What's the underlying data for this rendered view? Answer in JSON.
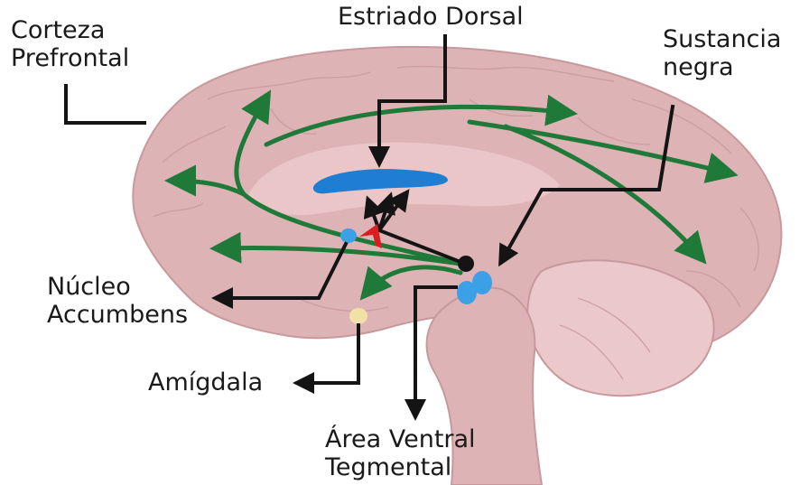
{
  "colors": {
    "brain": "#deb3b5",
    "brain_light": "#ebc8ca",
    "brain_outline": "#c8999c",
    "pathway": "#1f7a3a",
    "leader": "#141414",
    "striatum": "#1f7ed1",
    "nucleus": "#3ca0e6",
    "amygdala": "#f1e1a6",
    "red_arrow": "#d81e1e"
  },
  "labels": {
    "corteza_prefrontal": [
      "Corteza",
      "Prefrontal"
    ],
    "estriado_dorsal": "Estriado Dorsal",
    "sustancia_negra": [
      "Sustancia",
      "negra"
    ],
    "nucleo_accumbens": [
      "Núcleo",
      "Accumbens"
    ],
    "amigdala": "Amígdala",
    "area_ventral_tegmental": [
      "Área Ventral",
      "Tegmental"
    ]
  }
}
